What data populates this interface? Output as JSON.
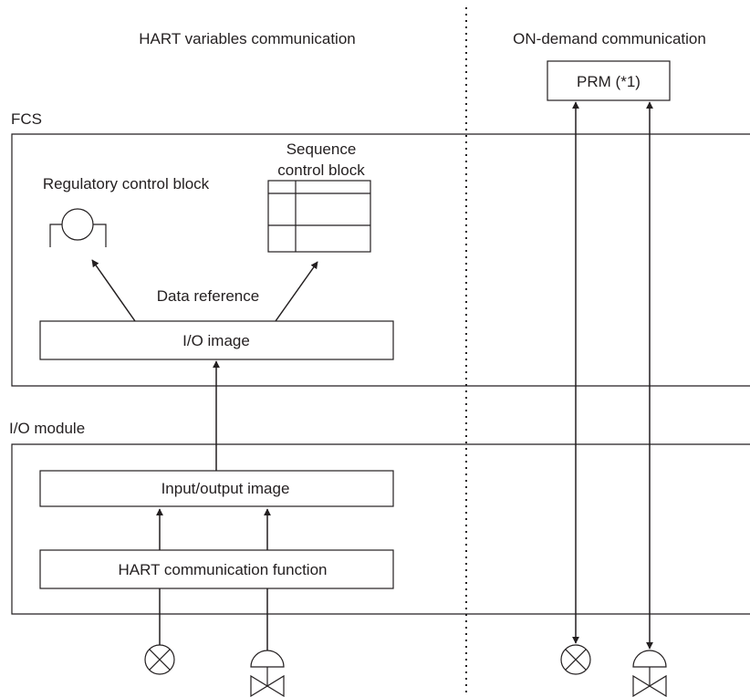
{
  "headings": {
    "left": "HART variables communication",
    "right": "ON-demand communication"
  },
  "prm_label": "PRM (*1)",
  "fcs": {
    "label": "FCS",
    "regulatory_block_label": "Regulatory control block",
    "sequence_block_label_line1": "Sequence",
    "sequence_block_label_line2": "control block",
    "data_reference_label": "Data reference",
    "io_image_label": "I/O image"
  },
  "io_module": {
    "label": "I/O module",
    "io_image_label": "Input/output image",
    "hart_function_label": "HART communication function"
  },
  "devices": [
    "flow-transmitter",
    "control-valve",
    "flow-transmitter",
    "control-valve"
  ],
  "colors": {
    "stroke": "#231f20",
    "background": "#ffffff"
  }
}
